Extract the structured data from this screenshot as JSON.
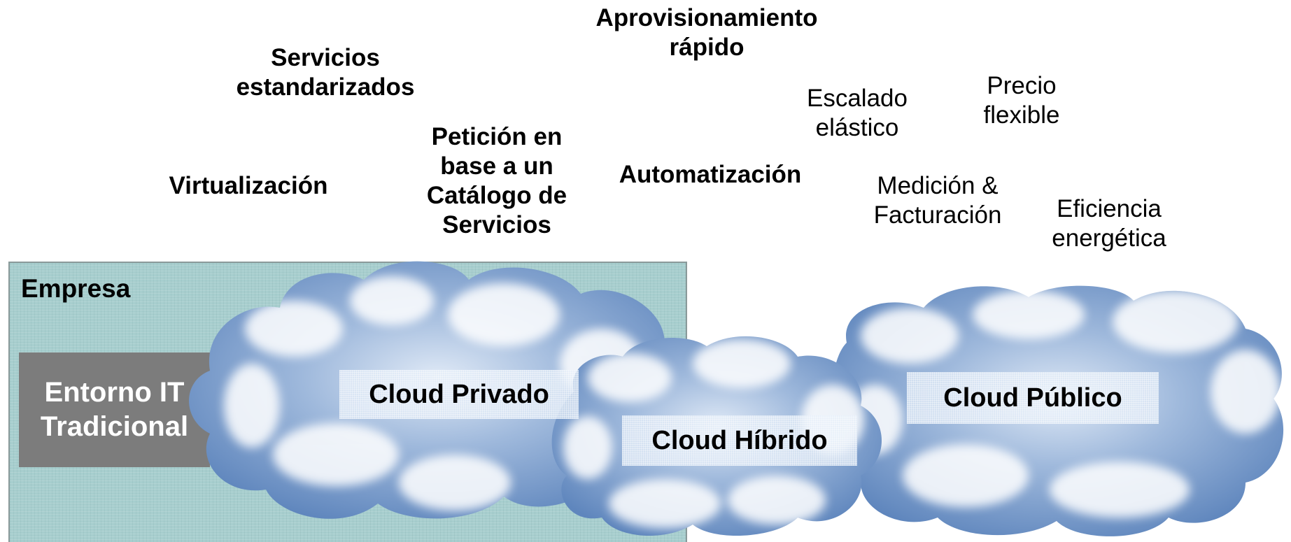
{
  "features": {
    "aprovisionamiento": "Aprovisionamiento\nrápido",
    "servicios": "Servicios\nestandarizados",
    "peticion": "Petición en\nbase a un\nCatálogo de\nServicios",
    "virtualizacion": "Virtualización",
    "automatizacion": "Automatización",
    "escalado": "Escalado\nelástico",
    "precio": "Precio\nflexible",
    "medicion": "Medición &\nFacturación",
    "eficiencia": "Eficiencia\nenergética"
  },
  "enterprise": {
    "label": "Empresa",
    "traditional": "Entorno IT\nTradicional"
  },
  "clouds": {
    "private": "Cloud Privado",
    "hybrid": "Cloud Híbrido",
    "public": "Cloud Público"
  },
  "colors": {
    "enterprise_bg": "#a7cece",
    "traditional_bg": "#7c7c7c",
    "cloud_sky": "#6f93c6",
    "cloud_white": "#ffffff"
  }
}
